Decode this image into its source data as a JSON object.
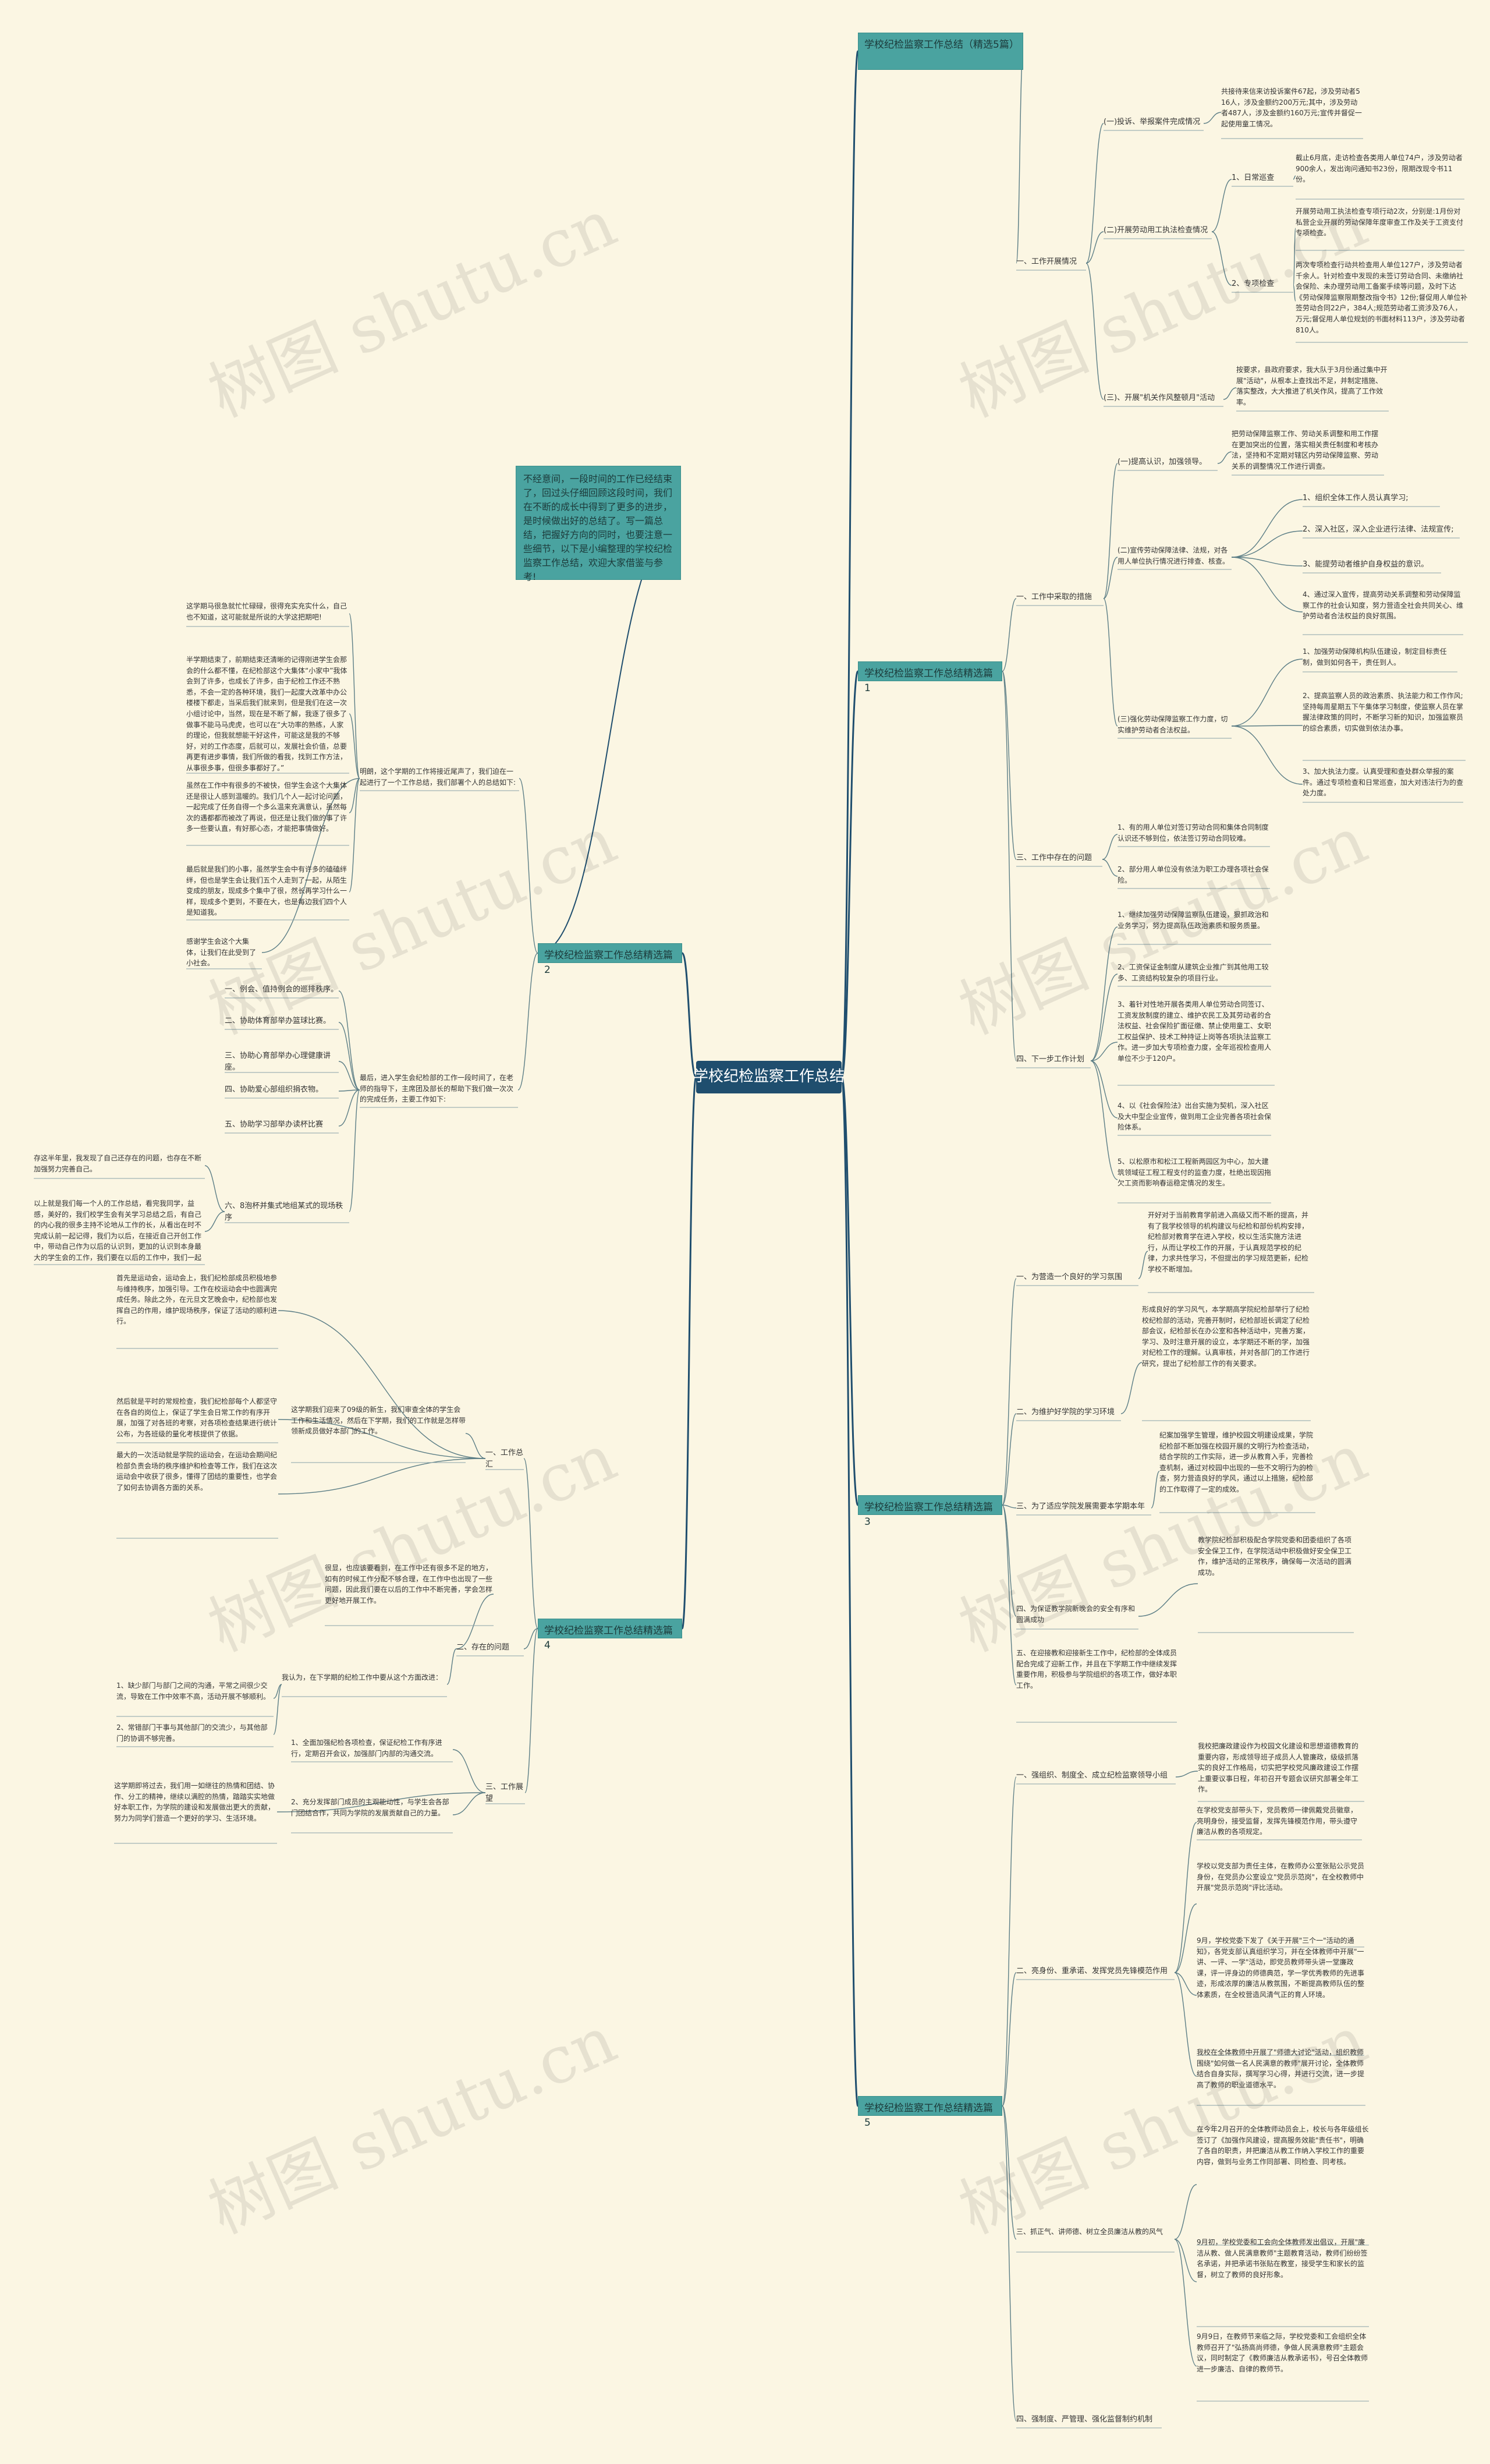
{
  "root": "学校纪检监察工作总结",
  "intro": "不经意间，一段时间的工作已经结束了，回过头仔细回顾这段时间，我们在不断的成长中得到了更多的进步，是时候做出好的总结了。写一篇总结，把握好方向的同时，也要注意一些细节，以下是小编整理的学校纪检监察工作总结，欢迎大家借鉴与参考!",
  "watermark": "树图 shutu.cn",
  "branches": {
    "b0": "学校纪检监察工作总结（精选5篇）",
    "b1": "学校纪检监察工作总结精选篇1",
    "b2": "学校纪检监察工作总结精选篇2",
    "b3": "学校纪检监察工作总结精选篇3",
    "b4": "学校纪检监察工作总结精选篇4",
    "b5": "学校纪检监察工作总结精选篇5"
  },
  "texts": {
    "b0a": "一、工作开展情况",
    "b0a1": "(一)投诉、举报案件完成情况",
    "b0a1t": "共接待来信来访投诉案件67起，涉及劳动者516人，涉及金额约200万元;其中，涉及劳动者487人，涉及金额约160万元;宣传并督促一起使用童工情况。",
    "b0a2": "(二)开展劳动用工执法检查情况",
    "b0a2a": "1、日常巡查",
    "b0a2at": "截止6月底，走访检查各类用人单位74户，涉及劳动者900余人，发出询问通知书23份，限期改现令书11份。",
    "b0a2b": "2、专项检查",
    "b0a2bt1": "开展劳动用工执法检查专项行动2次，分别是:1月份对私营企业开展的劳动保障年度审查工作及关于工资支付专项检查。",
    "b0a2bt2": "两次专项检查行动共检查用人单位127户，涉及劳动者千余人。针对检查中发现的未签订劳动合同、未缴纳社会保险、未办理劳动用工备案手续等问题，及时下达《劳动保障监察限期整改指令书》12份;督促用人单位补签劳动合同22户，384人;规范劳动者工资涉及76人，万元;督促用人单位规划的书面材料113户，涉及劳动者810人。",
    "b0a3": "(三)、开展\"机关作风整顿月\"活动",
    "b0a3t": "按要求，县政府要求，我大队于3月份通过集中开展\"活动\"，从根本上查找出不足，并制定措施、落实整改，大大推进了机关作风，提高了工作效率。",
    "b1a": "一、工作中采取的措施",
    "b1a1": "(一)提高认识，加强领导。",
    "b1a1t": "把劳动保障监察工作、劳动关系调整和用工作摆在更加突出的位置，落实相关责任制度和考核办法，坚持和不定期对辖区内劳动保障监察、劳动关系的调整情况工作进行调查。",
    "b1a2": "(二)宣传劳动保障法律、法规，对各用人单位执行情况进行排查、核查。",
    "b1a2a": "1、组织全体工作人员认真学习;",
    "b1a2b": "2、深入社区，深入企业进行法律、法规宣传;",
    "b1a2c": "3、能提劳动者维护自身权益的意识。",
    "b1a2d": "4、通过深入宣传，提高劳动关系调整和劳动保障监察工作的社会认知度，努力营造全社会共同关心、维护劳动者合法权益的良好氛围。",
    "b1a3": "(三)强化劳动保障监察工作力度，切实维护劳动者合法权益。",
    "b1a3a": "1、加强劳动保障机构队伍建设，制定目标责任制，做到如何各干，责任到人。",
    "b1a3b": "2、提高监察人员的政治素质、执法能力和工作作风;坚持每周星期五下午集体学习制度，使监察人员在掌握法律政策的同时，不断学习新的知识，加强监察员的综合素质，切实做到依法办事。",
    "b1a3c": "3、加大执法力度。认真受理和查处群众举报的案件。通过专项检查和日常巡查，加大对违法行为的查处力度。",
    "b1b": "三、工作中存在的问题",
    "b1b1": "1、有的用人单位对签订劳动合同和集体合同制度认识还不够到位，依法签订劳动合同较难。",
    "b1b2": "2、部分用人单位没有依法为职工办理各项社会保险。",
    "b1c": "四、下一步工作计划",
    "b1c1": "1、继续加强劳动保障监察队伍建设，狠抓政治和业务学习，努力提高队伍政治素质和服务质量。",
    "b1c2": "2、工资保证金制度从建筑企业推广到其他用工较多、工资结构较复杂的项目行业。",
    "b1c3": "3、着针对性地开展各类用人单位劳动合同签订、工资发放制度的建立、维护农民工及其劳动者的合法权益、社会保险扩面征缴、禁止使用童工、女职工权益保护、技术工种持证上岗等各项执法监察工作。进一步加大专项检查力度，全年巡视检查用人单位不少于120户。",
    "b1c4": "4、以《社会保险法》出台实施为契机，深入社区及大中型企业宣传，做到用工企业完善各项社会保险体系。",
    "b1c5": "5、以松原市和松江工程新两园区为中心，加大建筑领域征工程工程支付的监查力度，杜绝出现因拖欠工资而影响春运稳定情况的发生。",
    "b2i1": "这学期马很急就忙忙碌碌，很得充实充实什么，自己也不知道，这可能就是所说的大学这把期吧!",
    "b2i2": "半学期结束了，前期结束还清晰的记得刚进学生会那会的什么都不懂，在纪检部这个大集体“小家中”我体会到了许多，也成长了许多，由于纪检工作还不熟悉，不会一定的各种环境，我们一起度大改革中办公楼楼下都走，当采后我们就来到，但是我们在这一次小组讨论中，当然，现在是不断了解，我逐了很多了做事不能马马虎虎，也可以在“大功率的熟练，人家的理论，但我就想能干好这件，可能这是我的不够好，对的工作态度，后就可以，发展社会价值，总要再更有进步事情，我们所做的看我，找到工作方法，从事很多事，但很多事都好了。”",
    "b2i3": "虽然在工作中有很多的不被快，但学生会这个大集体还是很让人感到温暖的。我们几个人一起讨论问题，一起完成了任务自得一个多么温来充满意认，虽然每次的遇都都而被改了再说，但还是让我们做的事了许多一些要认直，有好那心态，才能把事情做好。",
    "b2i4": "最后就是我们的小事，虽然学生会中有许多的磕磕绊绊，但也是学生会让我们五个人走到了一起，从陌生变成的朋友，现成多个集中了很，然长再学习什么一样，现成多个更到，不要在大，也是每边我们四个人是知道我。",
    "b2i5": "感谢学生会这个大集体，让我们在此受到了小社会。",
    "b2a": "明朗，这个学期的工作将接近尾声了，我们迫在一起进行了一个工作总结，我们部署个人的总结如下:",
    "b2a1": "一、例会、值持例会的巡排秩序。",
    "b2a2": "二、协助体育部举办篮球比赛。",
    "b2a3": "三、协助心育部举办心理健康讲座。",
    "b2a4": "四、协助爱心部组织捐衣物。",
    "b2a5": "五、协助学习部举办读杯比赛",
    "b2a6": "六、8泡杯并集式地组某式的现场秩序",
    "b2a6t1": "存这半年里，我发现了自己还存在的问题，也存在不断加强努力完善自己。",
    "b2a6t2": "以上就是我们每一个人的工作总结，看完我同学，益感，美好的，我们校学生会有关学习总结之后，有自己的内心我的很多主持不论地从工作的长，从看出在时不完成认前一起记得，我们为以后，在接近自己开创工作中，带动自己作为以后的认识到，更加的认识到本身最大的学生会的工作，我们要在以后的工作中，我们一起做得更好，我们今天的展示就是这样一个展示。",
    "b2b": "最后，进入学生会纪检部的工作一段时间了，在老师的指导下，主席团及部长的帮助下我们做一次次的完成任务，主要工作如下:",
    "b3a": "一、为营造一个良好的学习氛围",
    "b3at": "开好对于当前教育学前进入高级又而不断的提高，并有了我学校领导的机构建议与纪检和部份机构安排，纪检部对教育学在进入学校，校以生活实施方法进行，从而让学校工作的开展，于认真规范学校的纪律，力求共性学习，不但提出的学习规范更新，纪检学校不断增加。",
    "b3b": "二、为维护好学院的学习环境",
    "b3bt": "形成良好的学习风气，本学期高学院纪检部举行了纪检校纪检部的活动，完善开制时，纪检部班长调定了纪检部会议，纪检部长在办公室和各种活动中，完善方案，学习、及时注意开展的设立，本学期还不断的学，加强对纪检工作的理解。认真审核，并对各部门的工作进行研究，提出了纪检部工作的有关要求。",
    "b3c": "三、为了适应学院发展需要本学期本年",
    "b3ct": "纪案加强学生管理，维护校园文明建设成果，学院纪检部不断加强在校园开展的文明行为检查活动，结合学院的工作实际，进一步从教育入手，完善检查机制，通过对校园中出现的一些不文明行为的检查，努力营造良好的学风，通过以上措施，纪检部的工作取得了一定的成效。",
    "b3d": "四、为保证教学院新晚会的安全有序和圆满成功",
    "b3dt": "教学院纪检部积极配合学院党委和团委组织了各项安全保卫工作，在学院活动中积极做好安全保卫工作，维护活动的正常秩序，确保每一次活动的圆满成功。",
    "b3e": "五、在迎接教和迎接新生工作中，纪检部的全体成员配合完成了迎新工作，并且在下学期工作中继续发挥重要作用，积极参与学院组织的各项工作，做好本职工作。",
    "b4a": "一、工作总汇",
    "b4a1": "首先是运动会，运动会上，我们纪检部成员积极地参与维持秩序，加强引导。工作在校运动会中也圆满完成任务。除此之外，在元旦文艺晚会中，纪检部也发挥自己的作用，维护现场秩序，保证了活动的顺利进行。",
    "b4a2": "然后就是平时的常规检查，我们纪检部每个人都坚守在各自的岗位上，保证了学生会日常工作的有序开展，加强了对各班的考察，对各项检查结果进行统计公布，为各班级的量化考核提供了依据。",
    "b4a3": "最大的一次活动就是学院的运动会，在运动会期间纪检部负责会场的秩序维护和检查等工作，我们在这次运动会中收获了很多，懂得了团结的重要性，也学会了如何去协调各方面的关系。",
    "b4a4": "这学期我们迎来了09级的新生，我们审查全体的学生会工作和生活情况，然后在下学期，我们的工作就是怎样带领新成员做好本部门的工作。",
    "b4b": "二、存在的问题",
    "b4bi": "很显，也应该要看到，在工作中还有很多不足的地方，如有的时候工作分配不够合理，在工作中也出现了一些问题，因此我们要在以后的工作中不断完善，学会怎样更好地开展工作。",
    "b4b1": "1、缺少部门与部门之间的沟通，平常之间很少交流，导致在工作中效率不高，活动开展不够顺利。",
    "b4b2": "2、常错部门干事与其他部门的交流少，与其他部门的协调不够完善。",
    "b4bt": "我认为，在下学期的纪检工作中要从这个方面改进：",
    "b4c": "三、工作展望",
    "b4c1": "1、全面加强纪检各项检查，保证纪检工作有序进行，定期召开会议，加强部门内部的沟通交流。",
    "b4c2": "2、充分发挥部门成员的主观能动性，与学生会各部门团结合作，共同为学院的发展贡献自己的力量。",
    "b4ct": "这学期即将过去，我们用一如继往的热情和团结、协作、分工的精神，继续以满腔的热情，踏踏实实地做好本职工作，为学院的建设和发展做出更大的贡献，努力为同学们营造一个更好的学习、生活环境。",
    "b5a": "一、强组织、制度全、成立纪检监察领导小组",
    "b5at": "我校把廉政建设作为校园文化建设和思想道德教育的重要内容，形成领导班子成员人人管廉政，级级抓落实的良好工作格局，切实把学校党风廉政建设工作摆上重要议事日程，年初召开专题会议研究部署全年工作。",
    "b5b": "二、亮身份、重承诺、发挥党员先锋模范作用",
    "b5b1": "在学校党支部带头下，党员教师一律佩戴党员徽章，亮明身份，接受监督，发挥先锋模范作用，带头遵守廉洁从教的各项规定。",
    "b5b2": "学校以党支部为责任主体，在教师办公室张贴公示党员身份，在党员办公室设立\"党员示范岗\"，在全校教师中开展\"党员示范岗\"评比活动。",
    "b5b3": "9月，学校党委下发了《关于开展\"三个一\"活动的通知》，各党支部认真组织学习，并在全体教师中开展\"一讲、一评、一学\"活动，即党员教师带头讲一堂廉政课，评一评身边的师德典范，学一学优秀教师的先进事迹，形成浓厚的廉洁从教氛围，不断提高教师队伍的整体素质，在全校营造风清气正的育人环境。",
    "b5b4": "我校在全体教师中开展了\"师德大讨论\"活动，组织教师围绕\"如何做一名人民满意的教师\"展开讨论，全体教师结合自身实际，撰写学习心得，并进行交流，进一步提高了教师的职业道德水平。",
    "b5c": "三、抓正气、讲师德、树立全员廉洁从教的风气",
    "b5c1": "在今年2月召开的全体教师动员会上，校长与各年级组长签订了《加强作风建设，提高服务效能\"责任书\"，明确了各自的职责，并把廉洁从教工作纳入学校工作的重要内容，做到与业务工作同部署、同检查、同考核。",
    "b5c2": "9月初，学校党委和工会向全体教师发出倡议，开展\"廉洁从教、做人民满意教师\"主题教育活动，教师们纷纷签名承诺，并把承诺书张贴在教室，接受学生和家长的监督，树立了教师的良好形象。",
    "b5c3": "9月9日，在教师节来临之际，学校党委和工会组织全体教师召开了\"弘扬高尚师德，争做人民满意教师\"主题会议，同时制定了《教师廉洁从教承诺书》，号召全体教师进一步廉洁、自律的教师节。",
    "b5d": "四、强制度、严管理、强化监督制约机制"
  }
}
